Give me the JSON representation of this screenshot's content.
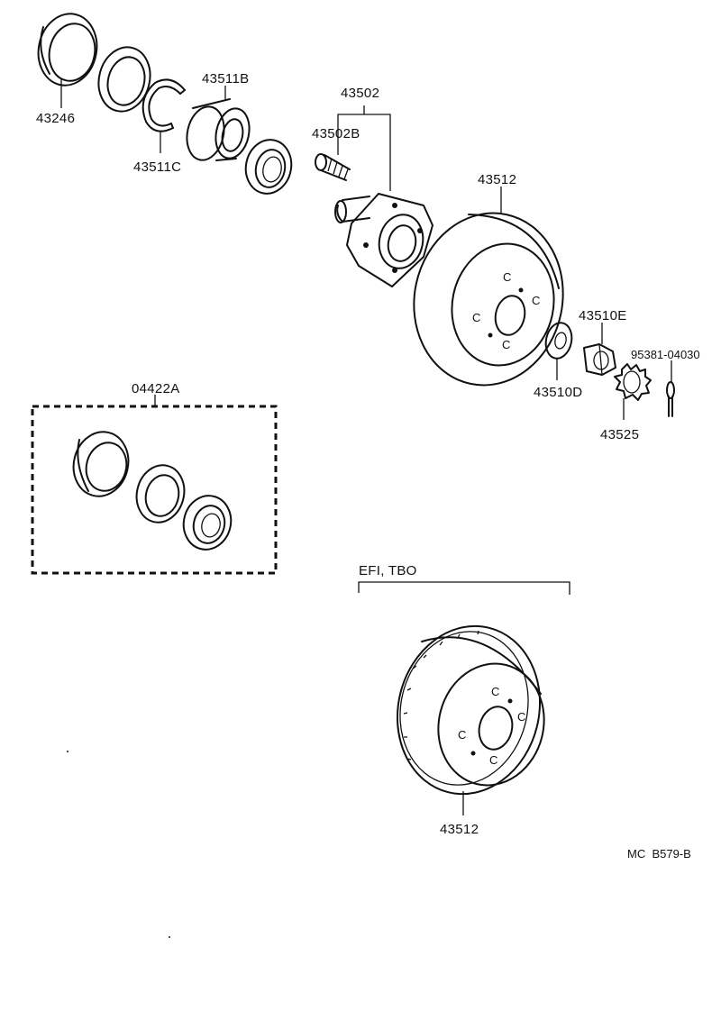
{
  "labels": {
    "p43246": "43246",
    "p43511b": "43511B",
    "p43511c": "43511C",
    "p43502": "43502",
    "p43502b": "43502B",
    "p43512_top": "43512",
    "p43510e": "43510E",
    "p95381": "95381-04030",
    "p43510d": "43510D",
    "p43525": "43525",
    "p04422a": "04422A",
    "efi_tbo": "EFI, TBO",
    "p43512_bottom": "43512",
    "diagram_code": "MC  B579-B"
  }
}
